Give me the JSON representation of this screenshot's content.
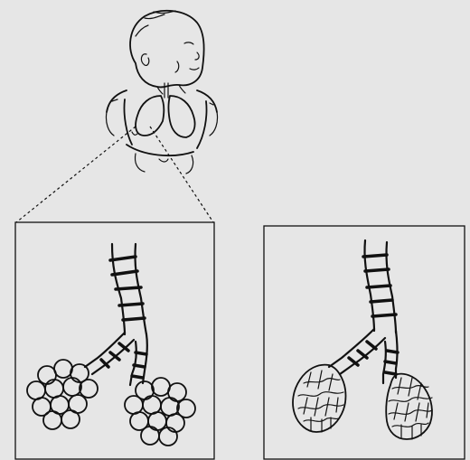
{
  "figure": {
    "background": "#e6e6e6",
    "ink": "#111111",
    "subjects": [
      "infant-torso-illustration",
      "healthy-alveoli-panel",
      "collapsed-alveoli-panel"
    ]
  }
}
